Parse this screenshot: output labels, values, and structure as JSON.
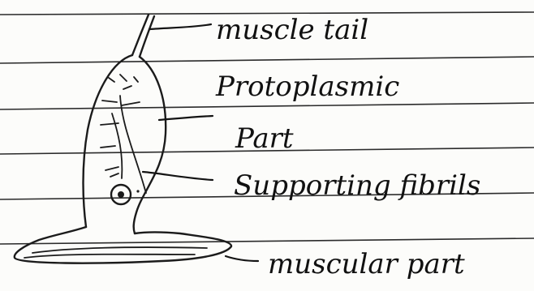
{
  "labels": {
    "muscle_tail": "muscle tail",
    "protoplasmic_line1": "Protoplasmic",
    "protoplasmic_line2": "Part",
    "supporting_fibrils": "Supporting fibrils",
    "muscular_part": "muscular part"
  },
  "colors": {
    "ink": "#1b1b1b",
    "paper": "#fcfcfa",
    "ruling": "#2b2b2b"
  }
}
